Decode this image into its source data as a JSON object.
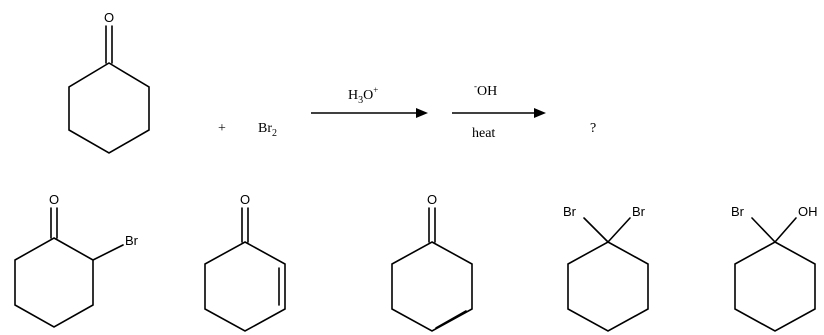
{
  "reaction": {
    "reactant_atom_O": "O",
    "plus": "+",
    "reagent_base": "Br",
    "reagent_sub": "2",
    "step1": {
      "base": "H",
      "sub": "3",
      "mid": "O",
      "sup": "+"
    },
    "step2": {
      "sup": "-",
      "base": "OH"
    },
    "step2_condition": "heat",
    "product_unknown": "?"
  },
  "choices": [
    {
      "atoms": [
        "O",
        "Br"
      ]
    },
    {
      "atoms": [
        "O"
      ]
    },
    {
      "atoms": [
        "O"
      ]
    },
    {
      "atoms": [
        "Br",
        "Br"
      ]
    },
    {
      "atoms": [
        "Br",
        "OH"
      ]
    }
  ]
}
